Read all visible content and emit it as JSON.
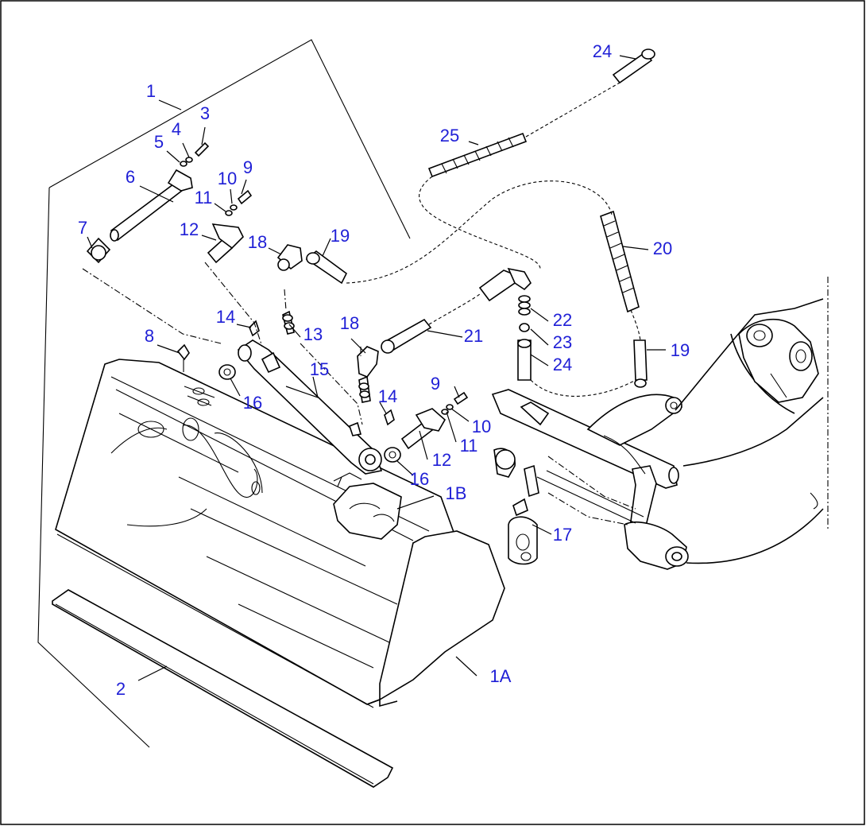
{
  "diagram": {
    "callouts": [
      {
        "id": "c-1",
        "label": "1"
      },
      {
        "id": "c-1a",
        "label": "1A"
      },
      {
        "id": "c-1b",
        "label": "1B"
      },
      {
        "id": "c-2",
        "label": "2"
      },
      {
        "id": "c-3",
        "label": "3"
      },
      {
        "id": "c-4",
        "label": "4"
      },
      {
        "id": "c-5",
        "label": "5"
      },
      {
        "id": "c-6",
        "label": "6"
      },
      {
        "id": "c-7",
        "label": "7"
      },
      {
        "id": "c-8",
        "label": "8"
      },
      {
        "id": "c-9a",
        "label": "9"
      },
      {
        "id": "c-9b",
        "label": "9"
      },
      {
        "id": "c-10a",
        "label": "10"
      },
      {
        "id": "c-10b",
        "label": "10"
      },
      {
        "id": "c-11a",
        "label": "11"
      },
      {
        "id": "c-11b",
        "label": "11"
      },
      {
        "id": "c-12a",
        "label": "12"
      },
      {
        "id": "c-12b",
        "label": "12"
      },
      {
        "id": "c-13",
        "label": "13"
      },
      {
        "id": "c-14a",
        "label": "14"
      },
      {
        "id": "c-14b",
        "label": "14"
      },
      {
        "id": "c-15",
        "label": "15"
      },
      {
        "id": "c-16a",
        "label": "16"
      },
      {
        "id": "c-16b",
        "label": "16"
      },
      {
        "id": "c-17",
        "label": "17"
      },
      {
        "id": "c-18a",
        "label": "18"
      },
      {
        "id": "c-18b",
        "label": "18"
      },
      {
        "id": "c-19a",
        "label": "19"
      },
      {
        "id": "c-19b",
        "label": "19"
      },
      {
        "id": "c-20",
        "label": "20"
      },
      {
        "id": "c-21",
        "label": "21"
      },
      {
        "id": "c-22",
        "label": "22"
      },
      {
        "id": "c-23",
        "label": "23"
      },
      {
        "id": "c-24a",
        "label": "24"
      },
      {
        "id": "c-24b",
        "label": "24"
      },
      {
        "id": "c-25",
        "label": "25"
      }
    ],
    "colors": {
      "callout_text": "#1f1fd6",
      "line_art": "#000000",
      "background": "#ffffff"
    }
  }
}
